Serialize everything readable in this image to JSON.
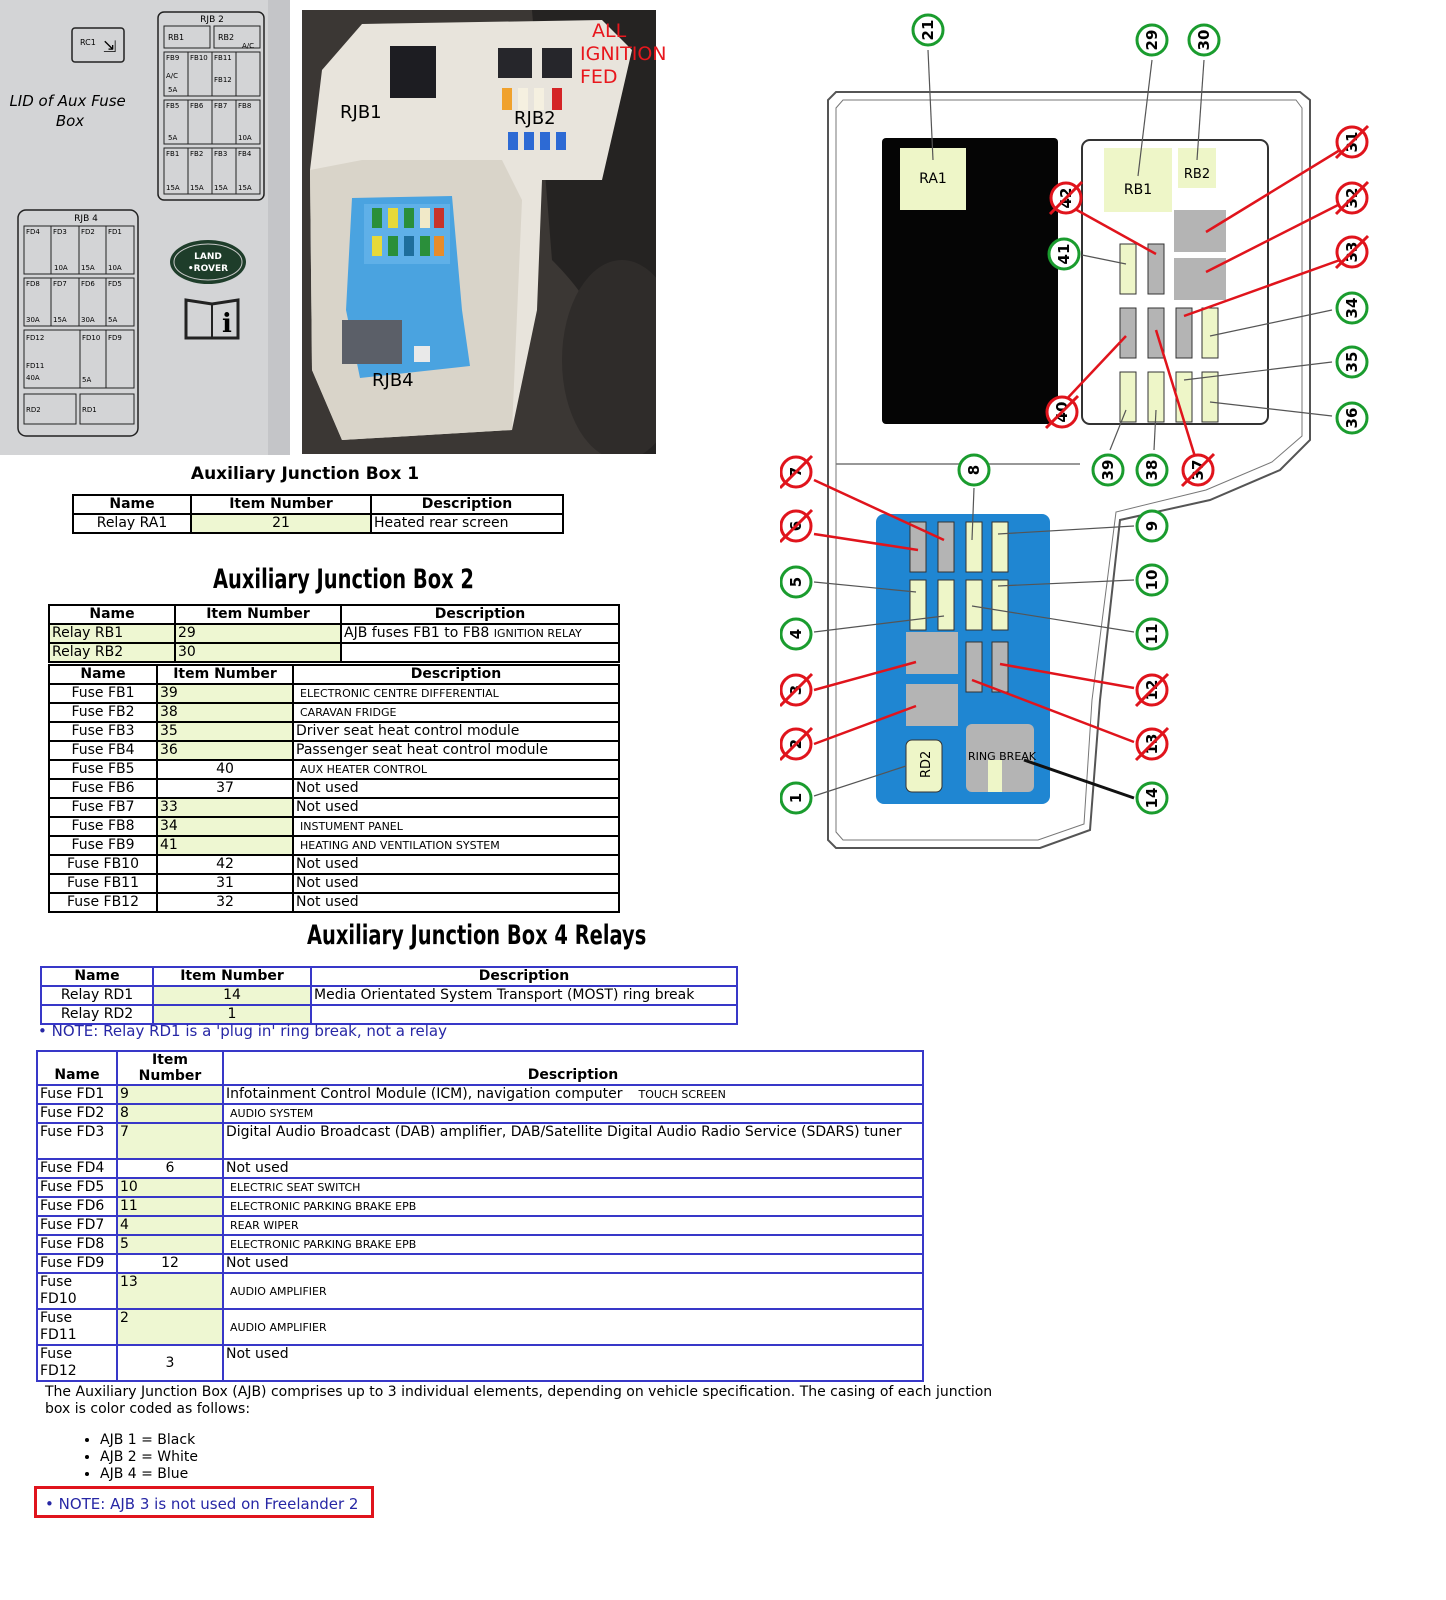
{
  "lid": {
    "title": "LID of Aux Fuse Box",
    "rc1": "RC1",
    "rjb2": {
      "label": "RJB 2",
      "rb1": "RB1",
      "rb2": "RB2",
      "rb2_sub": "A/C",
      "row1": [
        {
          "n": "FB9",
          "a": "A/C",
          "b": "5A"
        },
        {
          "n": "FB10"
        },
        {
          "n": "FB11"
        },
        {
          "n": "FB12"
        }
      ],
      "row2": [
        {
          "n": "FB5",
          "b": "5A"
        },
        {
          "n": "FB6"
        },
        {
          "n": "FB7"
        },
        {
          "n": "FB8",
          "b": "10A"
        }
      ],
      "row3": [
        {
          "n": "FB1",
          "b": "15A"
        },
        {
          "n": "FB2",
          "b": "15A"
        },
        {
          "n": "FB3",
          "b": "15A"
        },
        {
          "n": "FB4",
          "b": "15A"
        }
      ]
    },
    "rjb4": {
      "label": "RJB 4",
      "row1": [
        {
          "n": "FD4"
        },
        {
          "n": "FD3",
          "b": "10A"
        },
        {
          "n": "FD2",
          "b": "15A"
        },
        {
          "n": "FD1",
          "b": "10A"
        }
      ],
      "row2": [
        {
          "n": "FD8",
          "b": "30A"
        },
        {
          "n": "FD7",
          "b": "15A"
        },
        {
          "n": "FD6",
          "b": "30A"
        },
        {
          "n": "FD5",
          "b": "5A"
        }
      ],
      "fd12": "FD12",
      "fd11": "FD11",
      "fd11_b": "40A",
      "fd10": "FD10",
      "fd10_b": "5A",
      "fd9": "FD9",
      "rd2": "RD2",
      "rd1": "RD1"
    },
    "logo": "LAND ROVER",
    "manual_icon": "i"
  },
  "photo": {
    "rjb1": "RJB1",
    "rjb2": "RJB2",
    "rjb4": "RJB4",
    "red_note_1": "ALL",
    "red_note_2": "IGNITION",
    "red_note_3": "FED"
  },
  "ajb1": {
    "title": "Auxiliary Junction Box 1",
    "headers": [
      "Name",
      "Item Number",
      "Description"
    ],
    "rows": [
      [
        "Relay RA1",
        "21",
        "Heated rear screen"
      ]
    ]
  },
  "ajb2": {
    "title": "Auxiliary Junction Box 2",
    "relay_headers": [
      "Name",
      "Item Number",
      "Description"
    ],
    "relays": [
      {
        "name": "Relay RB1",
        "item": "29",
        "desc": "AJB fuses FB1 to FB8",
        "desc_small": "IGNITION RELAY"
      },
      {
        "name": "Relay RB2",
        "item": "30",
        "desc": "",
        "desc_small": ""
      }
    ],
    "fuse_headers": [
      "Name",
      "Item Number",
      "Description"
    ],
    "fuses": [
      {
        "name": "Fuse FB1",
        "item": "39",
        "desc": "ELECTRONIC  CENTRE DIFFERENTIAL",
        "small": true,
        "hl": true
      },
      {
        "name": "Fuse FB2",
        "item": "38",
        "desc": "CARAVAN FRIDGE",
        "small": true,
        "hl": true
      },
      {
        "name": "Fuse FB3",
        "item": "35",
        "desc": "Driver seat heat control module",
        "small": false,
        "hl": true
      },
      {
        "name": "Fuse FB4",
        "item": "36",
        "desc": "Passenger seat heat control module",
        "small": false,
        "hl": true
      },
      {
        "name": "Fuse FB5",
        "item": "40",
        "desc": "AUX HEATER CONTROL",
        "small": true,
        "hl": false
      },
      {
        "name": "Fuse FB6",
        "item": "37",
        "desc": "Not used",
        "small": false,
        "hl": false
      },
      {
        "name": "Fuse FB7",
        "item": "33",
        "desc": "Not used",
        "small": false,
        "hl": true
      },
      {
        "name": "Fuse FB8",
        "item": "34",
        "desc": "INSTUMENT PANEL",
        "small": true,
        "hl": true
      },
      {
        "name": "Fuse FB9",
        "item": "41",
        "desc": "HEATING AND VENTILATION SYSTEM",
        "small": true,
        "hl": true
      },
      {
        "name": "Fuse FB10",
        "item": "42",
        "desc": "Not used",
        "small": false,
        "hl": false
      },
      {
        "name": "Fuse FB11",
        "item": "31",
        "desc": "Not used",
        "small": false,
        "hl": false
      },
      {
        "name": "Fuse FB12",
        "item": "32",
        "desc": "Not used",
        "small": false,
        "hl": false
      }
    ]
  },
  "ajb4": {
    "title": "Auxiliary Junction Box 4 Relays",
    "relay_headers": [
      "Name",
      "Item Number",
      "Description"
    ],
    "relays": [
      {
        "name": "Relay RD1",
        "item": "14",
        "desc": "Media Orientated System Transport (MOST) ring break"
      },
      {
        "name": "Relay RD2",
        "item": "1",
        "desc": ""
      }
    ],
    "relay_note": "• NOTE: Relay RD1 is a 'plug in' ring break, not a relay",
    "fuse_headers": [
      "Name",
      "Item\nNumber",
      "Description"
    ],
    "fuses": [
      {
        "name": "Fuse FD1",
        "item": "9",
        "desc": "Infotainment Control Module (ICM), navigation computer",
        "extra": "TOUCH SCREEN",
        "small": false,
        "hl": true
      },
      {
        "name": "Fuse FD2",
        "item": "8",
        "desc": "AUDIO SYSTEM",
        "small": true,
        "hl": true
      },
      {
        "name": "Fuse FD3",
        "item": "7",
        "desc": "Digital Audio Broadcast (DAB) amplifier, DAB/Satellite Digital Audio Radio Service (SDARS) tuner",
        "small": false,
        "hl": true,
        "tall": true
      },
      {
        "name": "Fuse FD4",
        "item": "6",
        "desc": "Not used",
        "small": false,
        "hl": false
      },
      {
        "name": "Fuse FD5",
        "item": "10",
        "desc": "ELECTRIC SEAT SWITCH",
        "small": true,
        "hl": true
      },
      {
        "name": "Fuse FD6",
        "item": "11",
        "desc": "ELECTRONIC PARKING BRAKE  EPB",
        "small": true,
        "hl": true
      },
      {
        "name": "Fuse FD7",
        "item": "4",
        "desc": "REAR WIPER",
        "small": true,
        "hl": true
      },
      {
        "name": "Fuse FD8",
        "item": "5",
        "desc": "ELECTRONIC PARKING BRAKE  EPB",
        "small": true,
        "hl": true
      },
      {
        "name": "Fuse FD9",
        "item": "12",
        "desc": "Not used",
        "small": false,
        "hl": false
      },
      {
        "name": "Fuse\nFD10",
        "item": "13",
        "desc": "AUDIO AMPLIFIER",
        "small": true,
        "hl": true,
        "tall": true
      },
      {
        "name": "Fuse\nFD11",
        "item": "2",
        "desc": "AUDIO AMPLIFIER",
        "small": true,
        "hl": true,
        "tall": true
      },
      {
        "name": "Fuse\nFD12",
        "item": "3",
        "desc": "Not used",
        "small": false,
        "hl": false,
        "tall": true
      }
    ]
  },
  "footer": {
    "text": "The Auxiliary Junction Box (AJB) comprises up to 3 individual elements, depending on vehicle specification. The casing of each junction box is color coded as follows:",
    "bullets": [
      "AJB 1 = Black",
      "AJB 2 = White",
      "AJB 4 = Blue"
    ],
    "note": "• NOTE: AJB 3 is not used on Freelander 2"
  },
  "diagram": {
    "labels": {
      "ra1": "RA1",
      "rb1": "RB1",
      "rb2": "RB2",
      "rd2": "RD2",
      "ring_break": "RING BREAK"
    },
    "callouts_used": [
      "21",
      "29",
      "30",
      "41",
      "34",
      "35",
      "36",
      "39",
      "38",
      "8",
      "9",
      "5",
      "10",
      "4",
      "11",
      "1",
      "14"
    ],
    "callouts_unused": [
      "31",
      "32",
      "33",
      "42",
      "40",
      "37",
      "7",
      "6",
      "3",
      "12",
      "2",
      "13"
    ],
    "colors": {
      "used": "#1a9c2e",
      "unused": "#e0141c",
      "blue_box": "#1f86d2",
      "black_box": "#050505",
      "fuse": "#eef6c8",
      "grey": "#b4b4b4"
    }
  }
}
